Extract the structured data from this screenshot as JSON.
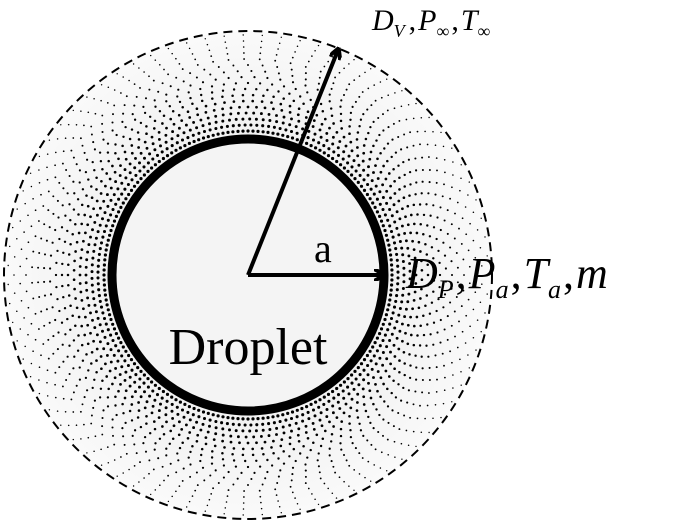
{
  "droplet": {
    "label": "Droplet"
  },
  "radius": {
    "label": "a"
  },
  "outer_boundary": {
    "diffusivity": "D",
    "diffusivity_sub": "V",
    "pressure": "P",
    "pressure_sub": "∞",
    "temperature": "T",
    "temperature_sub": "∞",
    "separator": ","
  },
  "droplet_surface": {
    "diffusivity": "D",
    "diffusivity_sub": "P",
    "pressure": "P",
    "pressure_sub": "a",
    "temperature": "T",
    "temperature_sub": "a",
    "mass_rate": "m",
    "separator": ","
  },
  "colors": {
    "stroke": "#000000",
    "halo_fill": "#f2f2f2",
    "droplet_fill": "#f4f4f4",
    "dots": "#000000"
  }
}
